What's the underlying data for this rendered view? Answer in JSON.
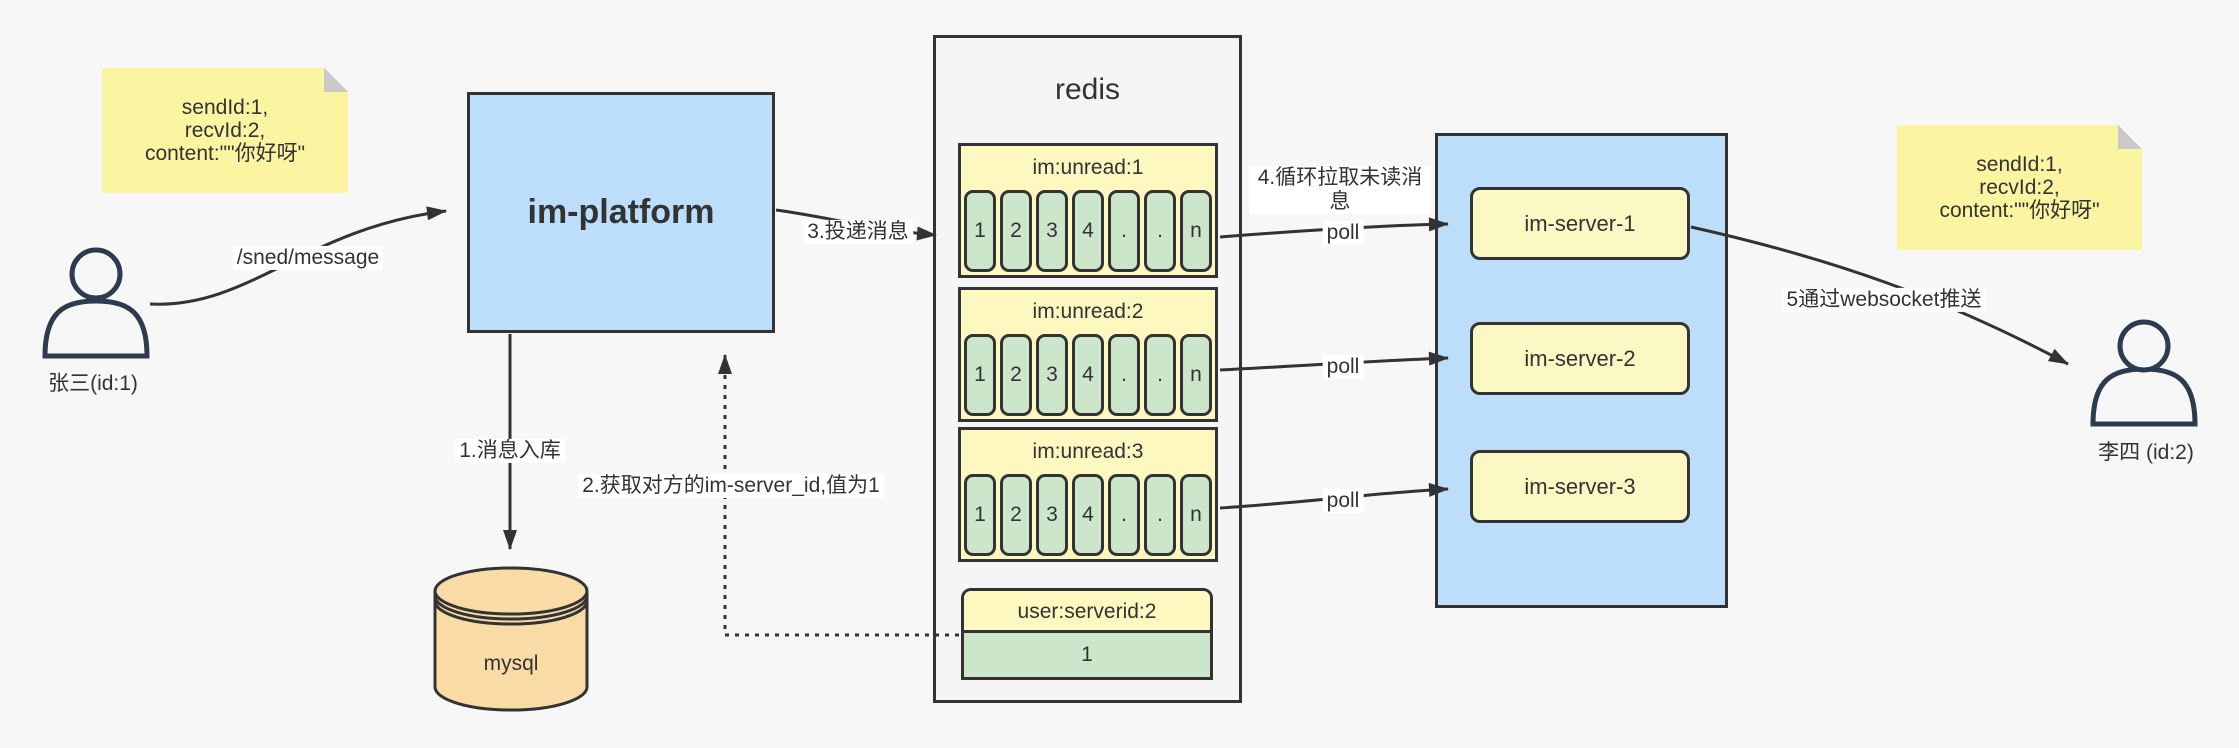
{
  "notes": {
    "left": {
      "lines": [
        "sendId:1,",
        "recvId:2,",
        "content:\"\"你好呀\""
      ]
    },
    "right": {
      "lines": [
        "sendId:1,",
        "recvId:2,",
        "content:\"\"你好呀\""
      ]
    }
  },
  "actors": {
    "sender": {
      "label": "张三(id:1)"
    },
    "receiver": {
      "label": "李四 (id:2)"
    }
  },
  "platform": {
    "label": "im-platform"
  },
  "database": {
    "label": "mysql"
  },
  "redis": {
    "title": "redis",
    "queues": [
      {
        "name": "im:unread:1",
        "cells": [
          "1",
          "2",
          "3",
          "4",
          ".",
          ".",
          "n"
        ]
      },
      {
        "name": "im:unread:2",
        "cells": [
          "1",
          "2",
          "3",
          "4",
          ".",
          ".",
          "n"
        ]
      },
      {
        "name": "im:unread:3",
        "cells": [
          "1",
          "2",
          "3",
          "4",
          ".",
          ".",
          "n"
        ]
      }
    ],
    "kv": {
      "key": "user:serverid:2",
      "value": "1"
    }
  },
  "servers": {
    "items": [
      {
        "label": "im-server-1"
      },
      {
        "label": "im-server-2"
      },
      {
        "label": "im-server-3"
      }
    ]
  },
  "edges": {
    "send_path": "/sned/message",
    "step1": "1.消息入库",
    "step2": "2.获取对方的im-server_id,值为1",
    "step3": "3.投递消息",
    "step4": "4.循环拉取未读消息",
    "step5": "5通过websocket推送",
    "poll": "poll"
  },
  "colors": {
    "canvas": "#f7f7f7",
    "note_yellow": "#fbf5a1",
    "pale_yellow": "#fdf7c0",
    "green": "#cce6cb",
    "blue": "#bddefb",
    "mysql_tan": "#f9dba6",
    "redis_bg": "#f5f5f6",
    "line": "#333333",
    "person": "#2d3b4f"
  }
}
